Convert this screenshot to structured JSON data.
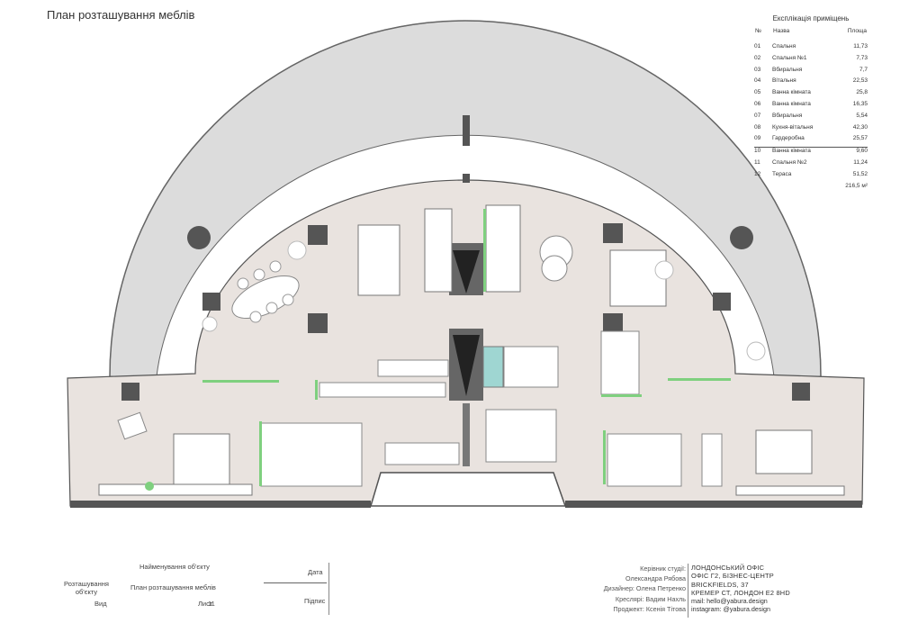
{
  "title": "План розташування меблів",
  "explication": {
    "heading": "Експлікація приміщень",
    "columns": {
      "num": "№",
      "name": "Назва",
      "area": "Площа"
    },
    "rows": [
      {
        "num": "01",
        "name": "Спальня",
        "area": "11,73"
      },
      {
        "num": "02",
        "name": "Спальня №1",
        "area": "7,73"
      },
      {
        "num": "03",
        "name": "Вбиральня",
        "area": "7,7"
      },
      {
        "num": "04",
        "name": "Вітальня",
        "area": "22,53"
      },
      {
        "num": "05",
        "name": "Ванна кімната",
        "area": "25,8"
      },
      {
        "num": "06",
        "name": "Ванна кімната",
        "area": "16,35"
      },
      {
        "num": "07",
        "name": "Вбиральня",
        "area": "5,54"
      },
      {
        "num": "08",
        "name": "Кухня-вітальня",
        "area": "42,30"
      },
      {
        "num": "09",
        "name": "Гардеробна",
        "area": "25,57"
      },
      {
        "num": "10",
        "name": "Ванна кімната",
        "area": "9,60"
      },
      {
        "num": "11",
        "name": "Спальня №2",
        "area": "11,24"
      },
      {
        "num": "12",
        "name": "Тераса",
        "area": "51,52"
      }
    ],
    "total": "216,5 м²"
  },
  "stamp": {
    "object_label": "Найменування об'єкту",
    "drawing_label": "Розташування об'єкту",
    "drawing_value": "План розташування меблів",
    "sheet_row_label": "Вид",
    "sheet_label": "Лист",
    "sheet_number": "11",
    "date_label": "Дата",
    "sign_label": "Підпис"
  },
  "info": {
    "roles": [
      "Керівник студії:",
      "Олександра Рябова",
      "Дизайнер: Олена Петренко",
      "Креслярі: Вадим Нахль",
      "Проджект: Ксенія Тітова"
    ],
    "company": [
      "ЛОНДОНСЬКИЙ ОФІС",
      "ОФІС Г2, БІЗНЕС-ЦЕНТР",
      "BRICKFIELDS, 37",
      "КРЕМЕР СТ, ЛОНДОН E2 8HD"
    ],
    "mail": "mail: hello@yabura.design",
    "instagram": "instagram: @yabura.design"
  },
  "colors": {
    "background": "#ffffff",
    "terrace": "#dcdcdc",
    "floor": "#e9e3df",
    "outline": "#555555",
    "wall_dark": "#4a4a4a",
    "glass_green": "#7fd07f",
    "accent_teal": "#9fd6d2"
  }
}
